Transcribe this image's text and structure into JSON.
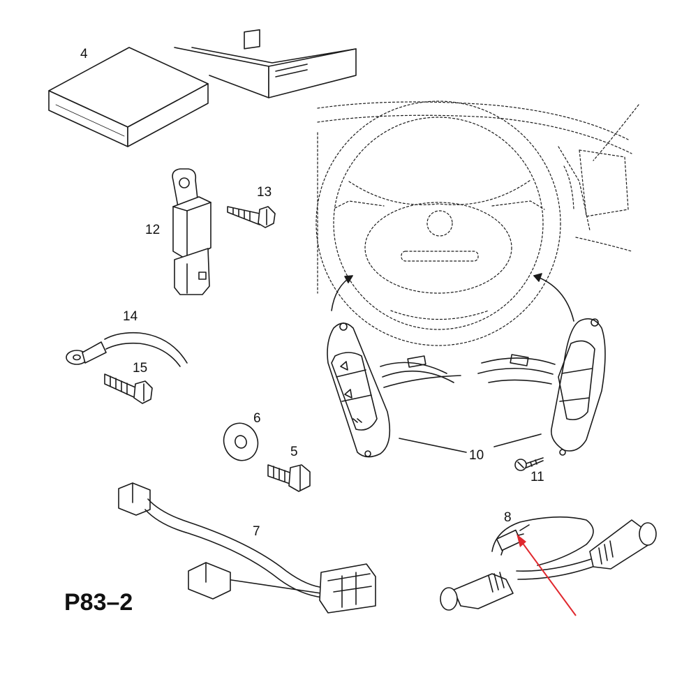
{
  "diagram": {
    "code": "P83–2",
    "callouts": {
      "c4": "4",
      "c12": "12",
      "c13": "13",
      "c14": "14",
      "c15": "15",
      "c6": "6",
      "c5": "5",
      "c7": "7",
      "c10": "10",
      "c11": "11",
      "c8": "8"
    },
    "colors": {
      "line": "#1a1a1a",
      "pointer": "#e0282e",
      "background": "#ffffff"
    }
  }
}
